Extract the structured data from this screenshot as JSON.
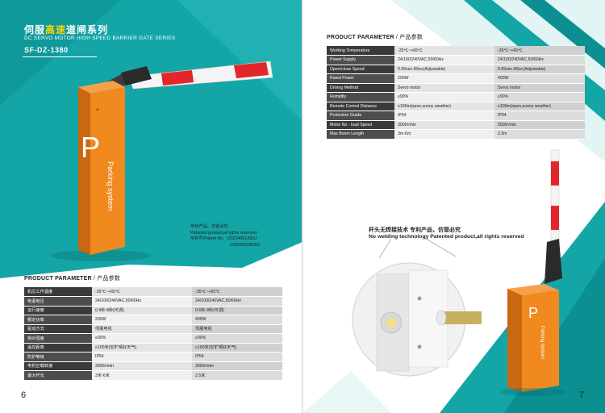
{
  "left_page": {
    "title_cn_prefix": "伺服",
    "title_cn_highlight": "高速",
    "title_cn_suffix": "道闸系列",
    "title_en": "DC SERVO MOTOR HIGH SPEED BARRIER GATE SERIES",
    "model": "SF-DZ-1380",
    "cabinet_logo": "P",
    "cabinet_text": "Parking system",
    "patent_notes": [
      "专利产品，仿冒必究",
      "Patented product,all rights reserved",
      "专利号/Patent No：CN214061392U",
      "CN208933856U"
    ],
    "section_title_en": "PRODUCT PARAMETER",
    "section_title_cn": " / 产品参数",
    "rows": [
      [
        "机芯工作温度",
        "-35℃~+65℃",
        "-35℃~+65℃"
      ],
      [
        "电源电压",
        "24/100/240VAC,50/60Hz",
        "24/100/240VAC,50/60Hz"
      ],
      [
        "运行速度",
        "0.9秒-8秒(可调)",
        "0.6秒-8秒(可调)"
      ],
      [
        "额定功率",
        "200W",
        "400W"
      ],
      [
        "驱动方式",
        "伺服电机",
        "伺服电机"
      ],
      [
        "相对湿度",
        "≤90%",
        "≤90%"
      ],
      [
        "遥控距离",
        "≤100米(空旷晴好天气)",
        "≤100米(空旷晴好天气)"
      ],
      [
        "防护等级",
        "IP54",
        "IP54"
      ],
      [
        "电机空载转速",
        "3000r/min",
        "3000r/min"
      ],
      [
        "最大杆长",
        "3米-6米",
        "2.5米"
      ]
    ],
    "page_number": "6"
  },
  "right_page": {
    "section_title_en": "PRODUCT PARAMETER",
    "section_title_cn": " / 产品参数",
    "rows": [
      [
        "Working Temperature",
        "-35℃~+65℃",
        "-35℃~+65℃"
      ],
      [
        "Power Supply",
        "24/100/240VAC,50/60Hz",
        "24/100/240VAC,50/60Hz"
      ],
      [
        "Open/close Speed",
        "0.95sec-8Sec(Adjustable)",
        "0.65sec-8Sec(Adjustable)"
      ],
      [
        "Rated Power",
        "200W",
        "400W"
      ],
      [
        "Driving Method",
        "Servo motor",
        "Servo motor"
      ],
      [
        "Humidity",
        "≤90%",
        "≤90%"
      ],
      [
        "Remote Control Distance",
        "≤100m(open,sunny weather)",
        "≤100m(open,sunny weather)"
      ],
      [
        "Protection Grade",
        "IP54",
        "IP54"
      ],
      [
        "Motor No - load Speed",
        "3000r/min",
        "3000r/min"
      ],
      [
        "Max Boom Length",
        "3m-6m",
        "2.5m"
      ]
    ],
    "weld_cn": "杆头无焊接技术 专利产品，仿冒必究",
    "weld_en": "No welding technology Patented product,all rights reserved",
    "cabinet_logo": "P",
    "cabinet_text": "Parking system",
    "page_number": "7"
  },
  "colors": {
    "teal": "#14a5a7",
    "teal_dark": "#0c8f91",
    "orange": "#f08a1e",
    "orange_dark": "#c9680e",
    "boom_red": "#e3262b",
    "highlight_yellow": "#ffd400"
  }
}
